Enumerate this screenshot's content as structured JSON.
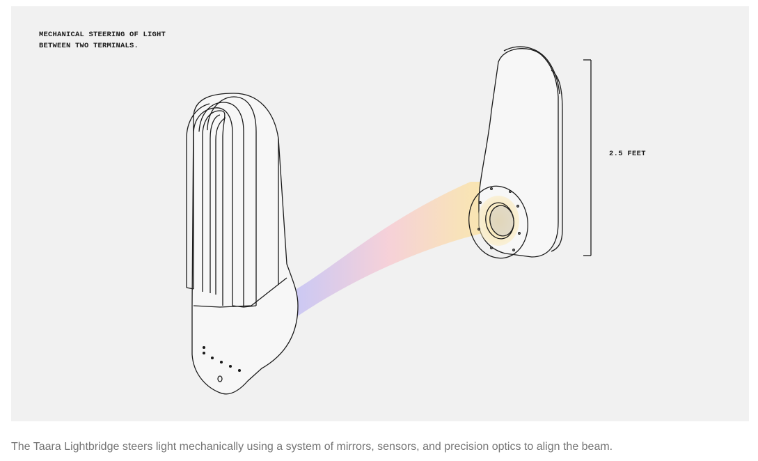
{
  "diagram": {
    "title_lines": [
      "MECHANICAL STEERING OF LIGHT",
      "BETWEEN TWO TERMINALS."
    ],
    "dimension_label": "2.5 FEET",
    "beam_colors": [
      "#c9c5f5",
      "#f6cdd8",
      "#f9e1b4",
      "#fbe6a4"
    ],
    "background": "#f1f1f1"
  },
  "caption": "The Taara Lightbridge steers light mechanically using a system of mirrors, sensors, and precision optics to align the beam."
}
